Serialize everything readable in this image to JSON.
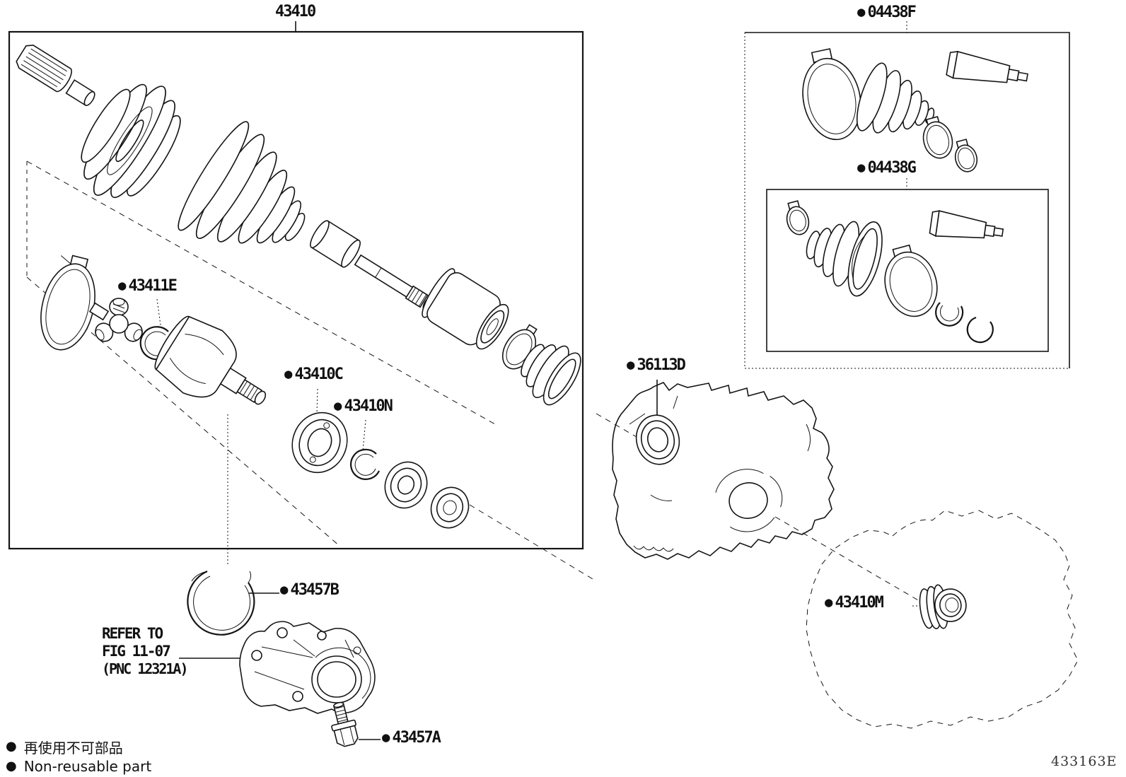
{
  "diagram": {
    "code": "433163E",
    "legend": {
      "marker": "●",
      "line1": "再使用不可部品",
      "line2": "Non-reusable part"
    },
    "labels": {
      "l43410": {
        "text": "43410",
        "marker": ""
      },
      "l04438F": {
        "text": "04438F",
        "marker": "●"
      },
      "l04438G": {
        "text": "04438G",
        "marker": "●"
      },
      "l43411E": {
        "text": "43411E",
        "marker": "●"
      },
      "l43410C": {
        "text": "43410C",
        "marker": "●"
      },
      "l43410N": {
        "text": "43410N",
        "marker": "●"
      },
      "l36113D": {
        "text": "36113D",
        "marker": "●"
      },
      "l43457B": {
        "text": "43457B",
        "marker": "●"
      },
      "l43457A": {
        "text": "43457A",
        "marker": "●"
      },
      "l43410M": {
        "text": "43410M",
        "marker": "●"
      }
    },
    "refer_note": {
      "line1": "REFER TO",
      "line2": "FIG 11-07",
      "line3": "(PNC 12321A)"
    }
  }
}
